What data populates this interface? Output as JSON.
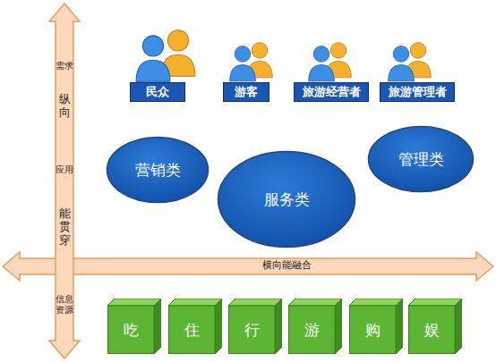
{
  "diagram": {
    "nodes": [
      {
        "text": [
          "民众"
        ]
      },
      {
        "text": [
          "游客"
        ]
      },
      {
        "text": [
          "旅游经营者"
        ]
      },
      {
        "text": [
          "旅游管理者"
        ]
      },
      {
        "text": [
          "营销类"
        ]
      },
      {
        "text": [
          "服务类"
        ]
      },
      {
        "text": [
          "管理类"
        ]
      },
      {
        "text": [
          "吃"
        ]
      },
      {
        "text": [
          "住"
        ]
      },
      {
        "text": [
          "行"
        ]
      },
      {
        "text": [
          "游"
        ]
      },
      {
        "text": [
          "购"
        ]
      },
      {
        "text": [
          "娱"
        ]
      }
    ],
    "labels": [
      "需求",
      "纵向",
      "应用",
      "能贯穿",
      "横向能融合",
      "信息资源"
    ]
  }
}
